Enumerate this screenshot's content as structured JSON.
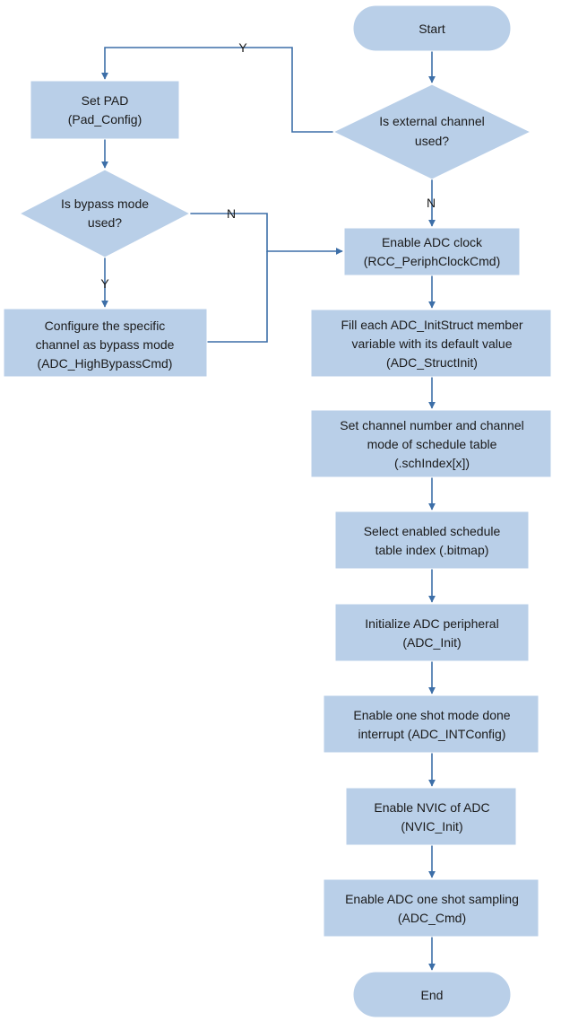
{
  "nodes": {
    "start": {
      "lines": [
        "Start"
      ]
    },
    "ext_decision": {
      "lines": [
        "Is external channel",
        "used?"
      ]
    },
    "set_pad": {
      "lines": [
        "Set PAD",
        "(Pad_Config)"
      ]
    },
    "bypass_decision": {
      "lines": [
        "Is bypass mode",
        "used?"
      ]
    },
    "config_bypass": {
      "lines": [
        "Configure the specific",
        "channel as bypass mode",
        "(ADC_HighBypassCmd)"
      ]
    },
    "enable_clock": {
      "lines": [
        "Enable ADC clock",
        "(RCC_PeriphClockCmd)"
      ]
    },
    "fill_struct": {
      "lines": [
        "Fill each ADC_InitStruct member",
        "variable with its default value",
        "(ADC_StructInit)"
      ]
    },
    "set_channel": {
      "lines": [
        "Set channel number and channel",
        "mode of schedule table",
        "(.schIndex[x])"
      ]
    },
    "select_index": {
      "lines": [
        "Select enabled schedule",
        "table index (.bitmap)"
      ]
    },
    "init_adc": {
      "lines": [
        "Initialize ADC peripheral",
        "(ADC_Init)"
      ]
    },
    "enable_int": {
      "lines": [
        "Enable one shot mode done",
        "interrupt (ADC_INTConfig)"
      ]
    },
    "enable_nvic": {
      "lines": [
        "Enable NVIC of ADC",
        "(NVIC_Init)"
      ]
    },
    "enable_sampling": {
      "lines": [
        "Enable ADC one shot sampling",
        "(ADC_Cmd)"
      ]
    },
    "end": {
      "lines": [
        "End"
      ]
    }
  },
  "edge_labels": {
    "ext_yes": "Y",
    "ext_no": "N",
    "bypass_yes": "Y",
    "bypass_no": "N"
  },
  "colors": {
    "shape_fill": "#b9cfe8",
    "connector": "#3d6fa8",
    "text": "#1a1a1a"
  }
}
